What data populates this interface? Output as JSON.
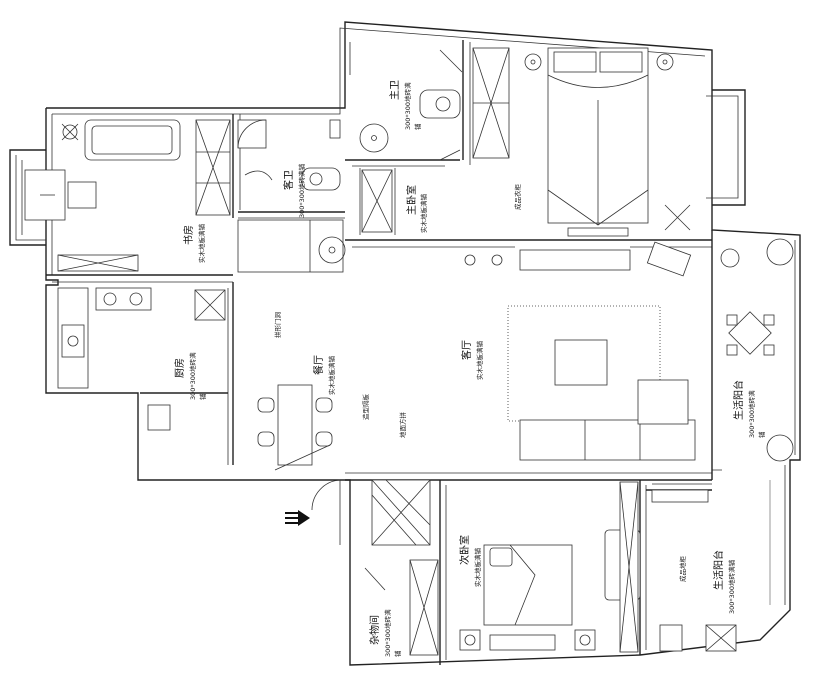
{
  "rooms": {
    "study": {
      "name": "书房",
      "floor": "实木地板满铺"
    },
    "guest_bath": {
      "name": "客卫",
      "floor": "300*300地砖满铺"
    },
    "master_bath": {
      "name": "主卫",
      "floor": "300*300地砖满",
      "suffix": "铺"
    },
    "master_bedroom": {
      "name": "主卧室",
      "floor": "实木地板满铺"
    },
    "kitchen": {
      "name": "厨房",
      "floor": "300*300地砖满",
      "suffix": "铺"
    },
    "dining": {
      "name": "餐厅",
      "floor": "实木地板满铺"
    },
    "living": {
      "name": "客厅",
      "floor": "实木地板满铺"
    },
    "balcony_top": {
      "name": "生活阳台",
      "floor": "300*300地砖满",
      "suffix": "铺"
    },
    "balcony_bottom": {
      "name": "生活阳台",
      "floor": "300*300地砖满铺"
    },
    "second_bedroom": {
      "name": "次卧室",
      "floor": "实木地板满铺"
    },
    "storage": {
      "name": "杂物间",
      "floor": "300*300地砖满",
      "suffix": "铺"
    }
  },
  "notes": {
    "wardrobe_master": "成品衣柜",
    "arch_door": "拼形门洞",
    "partition": "造型隔板",
    "floor_pattern": "地面方拼",
    "floor_cabinet": "成品地柜"
  }
}
